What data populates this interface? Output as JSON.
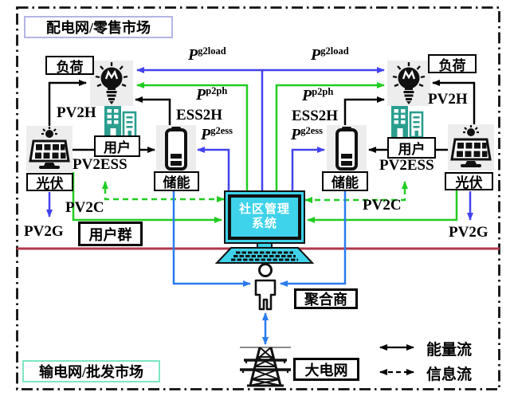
{
  "titles": {
    "top": "配电网/零售市场",
    "bottom": "输电网/批发市场"
  },
  "nodes": {
    "load_left": "负荷",
    "load_right": "负荷",
    "user_left": "用户",
    "user_right": "用户",
    "pv_left": "光伏",
    "pv_right": "光伏",
    "ess_left": "储能",
    "ess_right": "储能",
    "user_group": "用户群",
    "aggregator": "聚合商",
    "main_grid": "大电网",
    "cms_line1": "社区管理",
    "cms_line2": "系统"
  },
  "flows": {
    "pv2h_left": "PV2H",
    "pv2h_right": "PV2H",
    "pv2ess_left": "PV2ESS",
    "pv2ess_right": "PV2ESS",
    "ess2h_left": "ESS2H",
    "ess2h_right": "ESS2H",
    "pv2c_left": "PV2C",
    "pv2c_right": "PV2C",
    "pv2g_left": "PV2G",
    "pv2g_right": "PV2G",
    "pg2load_left": {
      "base": "P",
      "sup": "g2load"
    },
    "pg2load_right": {
      "base": "P",
      "sup": "g2load"
    },
    "pp2ph_left": {
      "base": "P",
      "sup": "p2ph"
    },
    "pp2ph_right": {
      "base": "P",
      "sup": "p2ph"
    },
    "pg2ess_left": {
      "base": "P",
      "sup": "g2ess"
    },
    "pg2ess_right": {
      "base": "P",
      "sup": "g2ess"
    }
  },
  "legend": {
    "energy": "能量流",
    "info": "信息流"
  },
  "colors": {
    "energy_blue": "#4343ee",
    "energy_green": "#22cc22",
    "info_blue": "#2b7bf0",
    "divider_red": "#b03a4a",
    "screen_cyan": "#3ed3ea",
    "building_teal": "#2a9e8f",
    "retail_border_lavender": "#b4b4e4",
    "wholesale_border_teal": "#7de6c3"
  },
  "icons": {
    "bulb": "lightbulb-icon",
    "building": "buildings-icon",
    "pv": "solar-panel-icon",
    "battery": "battery-icon",
    "monitor": "computer-monitor-icon",
    "keyboard": "keyboard-icon",
    "person": "person-icon",
    "tower": "transmission-tower-icon"
  }
}
